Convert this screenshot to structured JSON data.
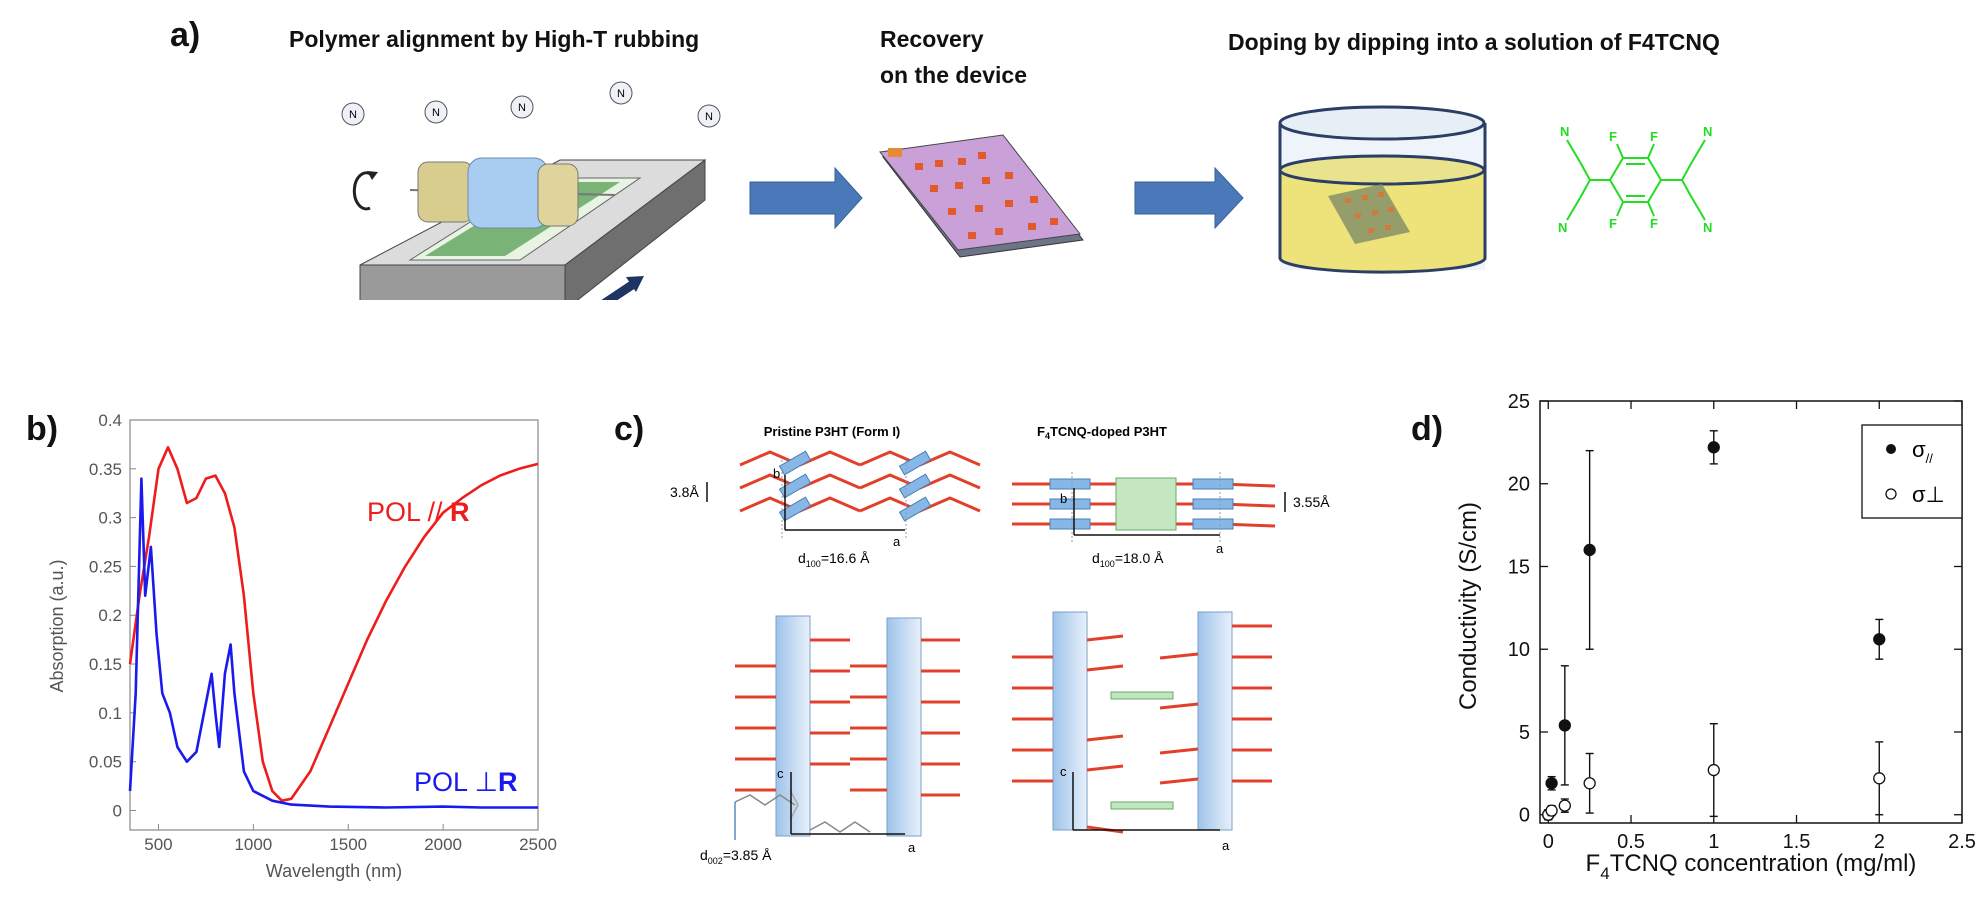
{
  "panel_a": {
    "label": "a)",
    "step1": "Polymer alignment by High-T rubbing",
    "step2_line1": "Recovery",
    "step2_line2": "on the device",
    "step3": "Doping by dipping into a solution of  F4TCNQ",
    "n_atom": "N",
    "f_atom": "F"
  },
  "panel_b": {
    "label": "b)"
  },
  "panel_c": {
    "label": "c)",
    "left_title": "Pristine P3HT (Form I)",
    "right_title_sub": "4",
    "right_title_pre": "F",
    "right_title_post": "TCNQ-doped P3HT",
    "spacing_left": "3.8Å",
    "spacing_right": "3.55Å",
    "d100_left": "=16.6 Å",
    "d100_right": "=18.0 Å",
    "d002": "=3.85 Å",
    "d": "d",
    "d100_sub": "100",
    "d002_sub": "002",
    "axis_a": "a",
    "axis_b": "b",
    "axis_c": "c"
  },
  "panel_d": {
    "label": "d)"
  },
  "chart_data": [
    {
      "type": "line",
      "xlabel": "Wavelength (nm)",
      "ylabel": "Absorption (a.u.)",
      "xlim": [
        350,
        2500
      ],
      "ylim": [
        -0.02,
        0.4
      ],
      "xticks": [
        "500",
        "1000",
        "1500",
        "2000",
        "2500"
      ],
      "yticks": [
        "0",
        "0.05",
        "0.1",
        "0.15",
        "0.2",
        "0.25",
        "0.3",
        "0.35",
        "0.4"
      ],
      "grid": false,
      "series": [
        {
          "name": "POL // R",
          "label_prefix": "POL //",
          "label_bold": "R",
          "color": "#ee1c1c",
          "x": [
            350,
            400,
            450,
            500,
            550,
            600,
            650,
            700,
            750,
            800,
            850,
            900,
            950,
            1000,
            1050,
            1100,
            1150,
            1200,
            1300,
            1400,
            1500,
            1600,
            1700,
            1800,
            1900,
            2000,
            2100,
            2200,
            2300,
            2400,
            2500
          ],
          "y": [
            0.15,
            0.22,
            0.28,
            0.35,
            0.372,
            0.35,
            0.315,
            0.32,
            0.34,
            0.343,
            0.325,
            0.29,
            0.22,
            0.12,
            0.05,
            0.02,
            0.01,
            0.012,
            0.04,
            0.085,
            0.13,
            0.175,
            0.215,
            0.25,
            0.28,
            0.305,
            0.32,
            0.333,
            0.343,
            0.35,
            0.355
          ]
        },
        {
          "name": "POL ⊥R",
          "label_prefix": "POL ⊥",
          "label_bold": "R",
          "color": "#1a1aee",
          "x": [
            350,
            380,
            410,
            430,
            460,
            490,
            520,
            560,
            600,
            650,
            700,
            750,
            780,
            800,
            820,
            850,
            880,
            900,
            950,
            1000,
            1100,
            1200,
            1400,
            1700,
            2000,
            2200,
            2500
          ],
          "y": [
            0.02,
            0.12,
            0.34,
            0.22,
            0.27,
            0.18,
            0.12,
            0.1,
            0.065,
            0.05,
            0.06,
            0.11,
            0.14,
            0.1,
            0.065,
            0.14,
            0.17,
            0.12,
            0.04,
            0.02,
            0.01,
            0.006,
            0.004,
            0.003,
            0.004,
            0.003,
            0.003
          ]
        }
      ]
    },
    {
      "type": "scatter",
      "xlabel": "TCNQ concentration (mg/ml)",
      "xlabel_pre": "F",
      "xlabel_sub": "4",
      "ylabel": "Conductivity (S/cm)",
      "xlim": [
        -0.05,
        2.5
      ],
      "ylim": [
        -0.5,
        25
      ],
      "xticks": [
        "0",
        "0.5",
        "1",
        "1.5",
        "2",
        "2.5"
      ],
      "yticks": [
        "0",
        "5",
        "10",
        "15",
        "20",
        "25"
      ],
      "legend_position": "top-right",
      "grid": false,
      "series": [
        {
          "name": "σ//",
          "legend_sym": "σ",
          "legend_sub": "//",
          "marker": "filled",
          "x": [
            0,
            0.02,
            0.1,
            0.25,
            1.0,
            2.0
          ],
          "y": [
            0,
            1.9,
            5.4,
            16,
            22.2,
            10.6
          ],
          "err": [
            0.3,
            0.4,
            3.6,
            6,
            1.0,
            1.2
          ]
        },
        {
          "name": "σ⊥",
          "legend_sym": "σ⊥",
          "marker": "open",
          "x": [
            0,
            0.02,
            0.1,
            0.25,
            1.0,
            2.0
          ],
          "y": [
            0,
            0.25,
            0.55,
            1.9,
            2.7,
            2.2
          ],
          "err": [
            0.3,
            0.3,
            0.4,
            1.8,
            2.8,
            2.2
          ]
        }
      ]
    }
  ]
}
